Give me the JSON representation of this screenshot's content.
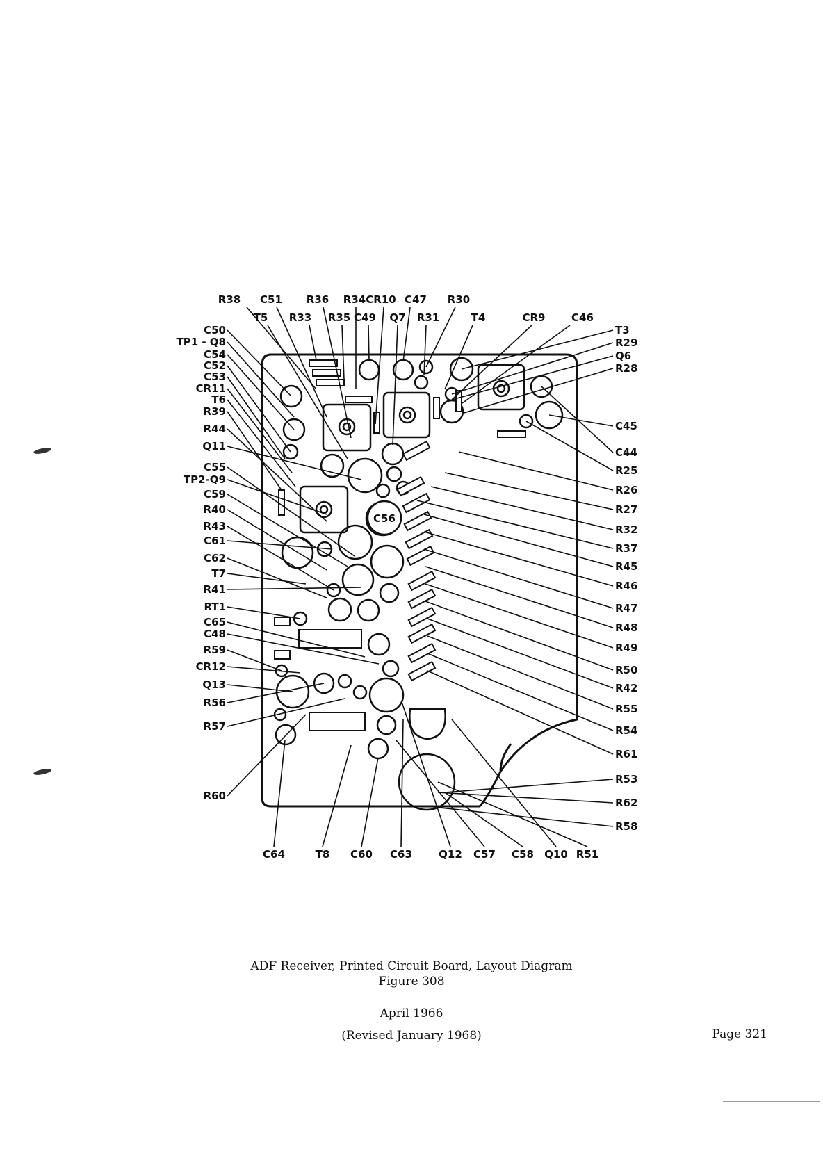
{
  "diagram": {
    "labels_top": [
      "R38",
      "C51",
      "R36",
      "R34",
      "CR10",
      "C47",
      "R30",
      "T5",
      "R33",
      "R35",
      "C49",
      "Q7",
      "R31",
      "T4",
      "CR9",
      "C46"
    ],
    "labels_left": [
      "C50",
      "TP1 - Q8",
      "C54",
      "C52",
      "C53",
      "CR11",
      "T6",
      "R39",
      "R44",
      "Q11",
      "C55",
      "TP2-Q9",
      "C59",
      "R40",
      "R43",
      "C61",
      "C62",
      "T7",
      "R41",
      "RT1",
      "C65",
      "C48",
      "R59",
      "CR12",
      "Q13",
      "R56",
      "R57",
      "R60"
    ],
    "labels_right": [
      "T3",
      "R29",
      "Q6",
      "R28",
      "C45",
      "C44",
      "R25",
      "R26",
      "R27",
      "R32",
      "R37",
      "R45",
      "R46",
      "R47",
      "R48",
      "R49",
      "R50",
      "R42",
      "R55",
      "R54",
      "R61",
      "R53",
      "R62",
      "R58"
    ],
    "labels_bottom": [
      "C64",
      "T8",
      "C60",
      "C63",
      "Q12",
      "C57",
      "C58",
      "Q10",
      "R51"
    ],
    "board_label": "C56"
  },
  "caption": {
    "title": "ADF Receiver, Printed Circuit Board, Layout Diagram",
    "figure": "Figure 308",
    "date": "April 1966",
    "revised": "(Revised January 1968)"
  },
  "page_number": "Page 321"
}
